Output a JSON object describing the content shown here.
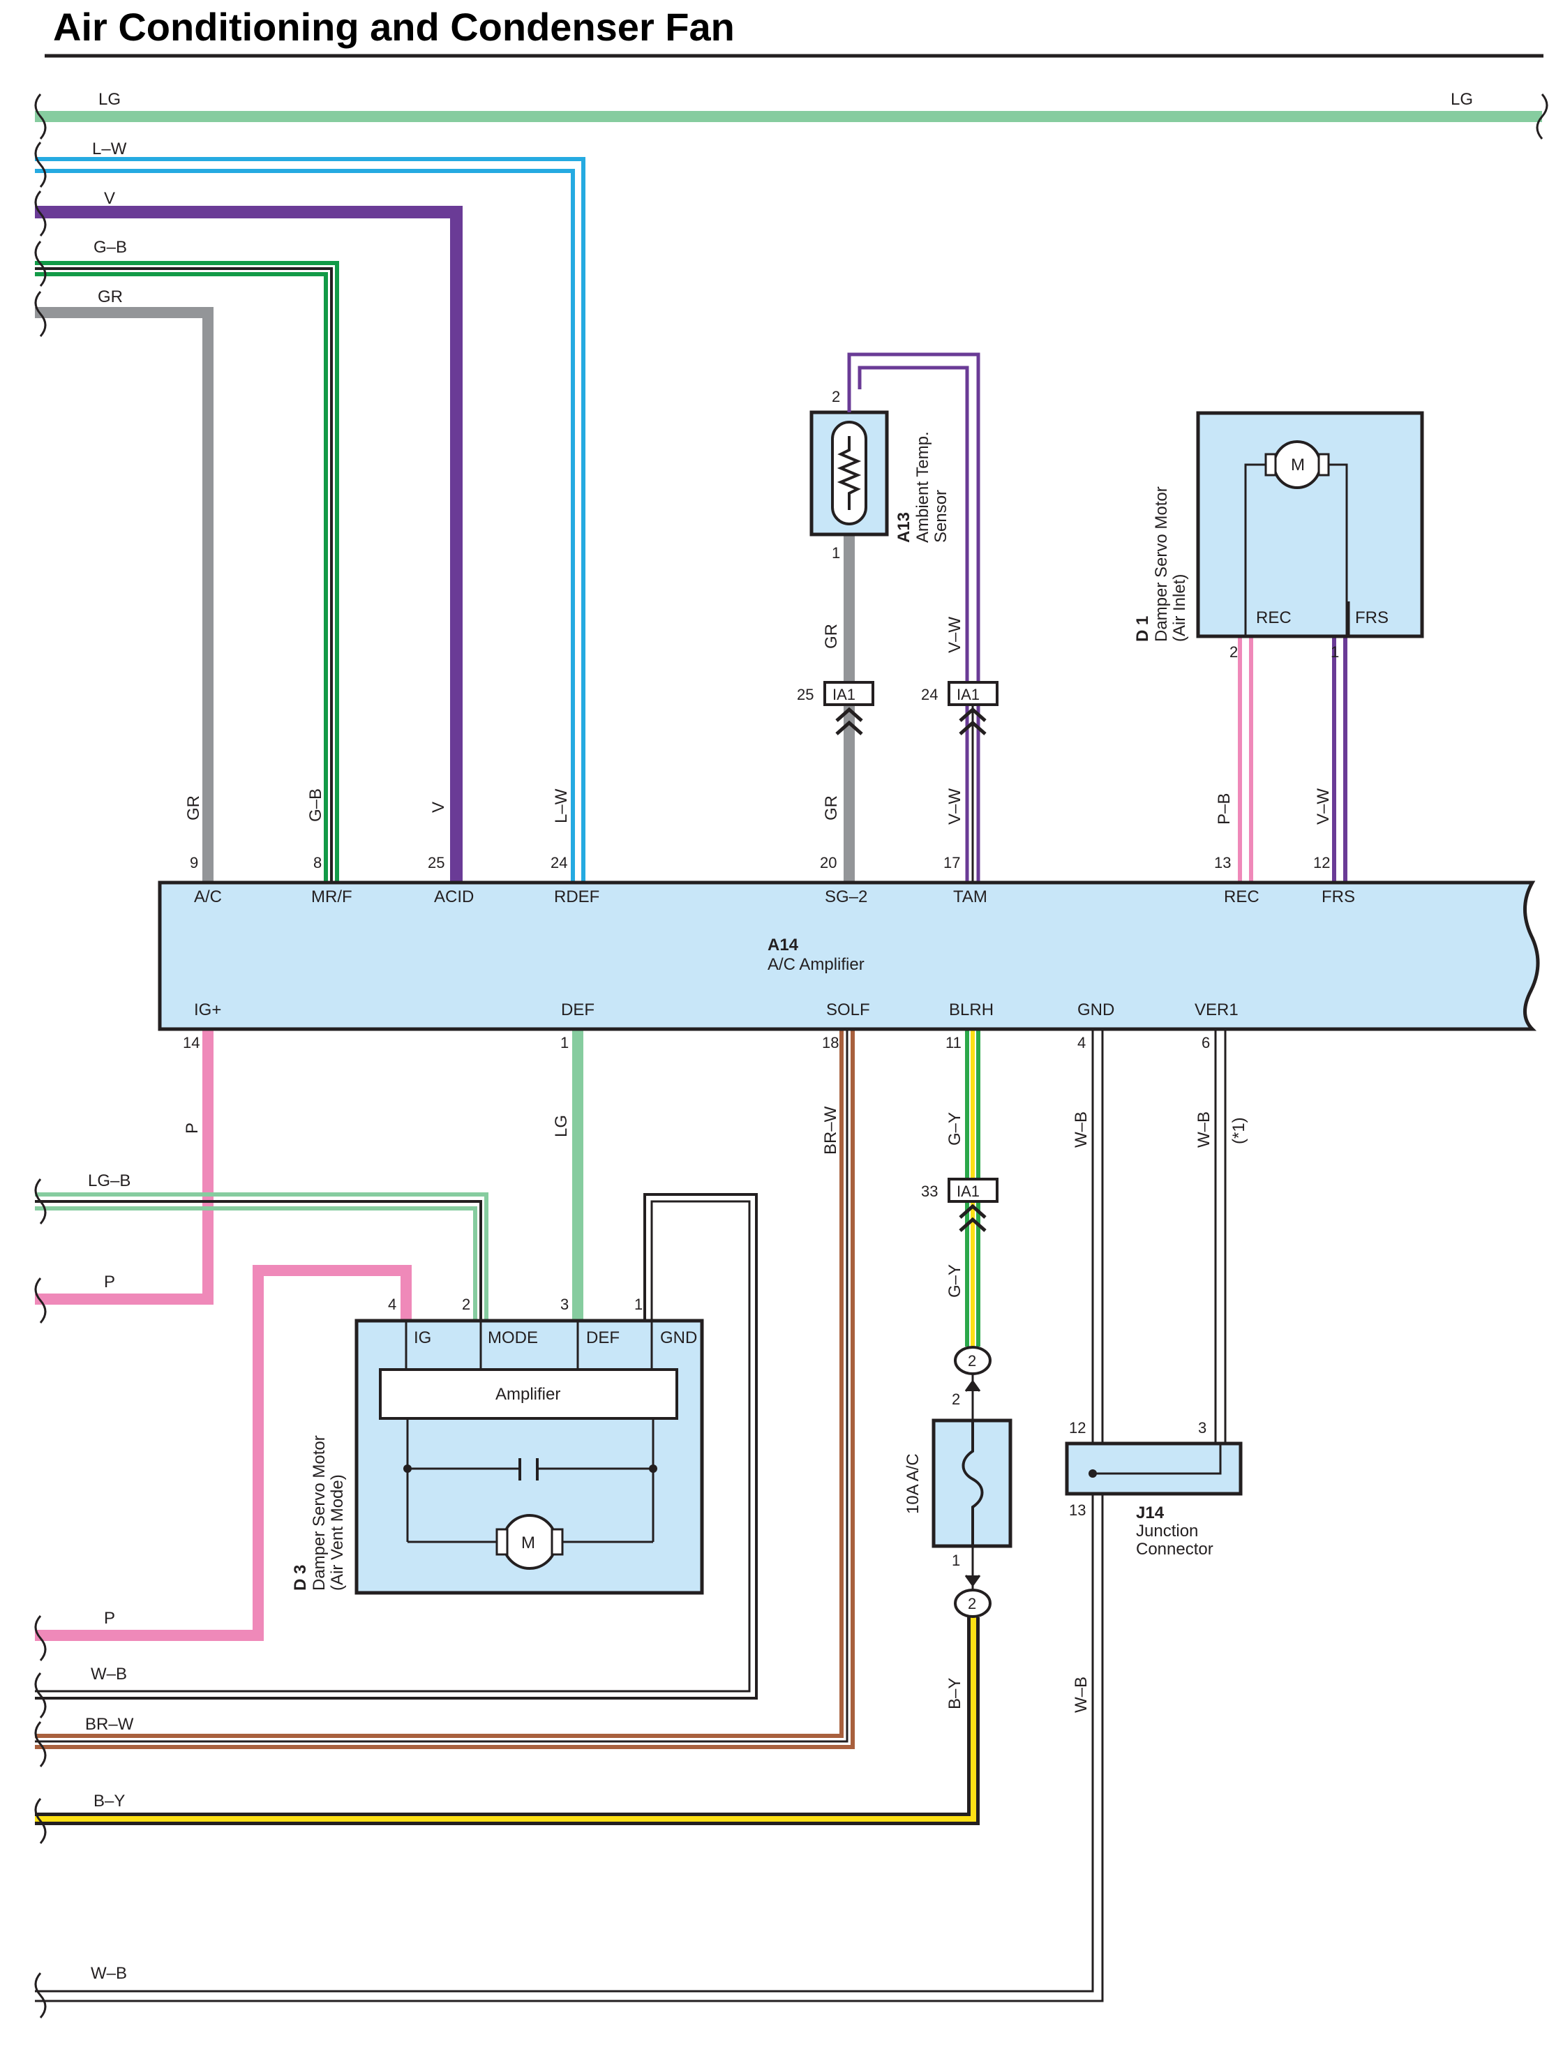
{
  "title": "Air Conditioning and Condenser Fan",
  "colors": {
    "LG": "#86cc9f",
    "L_W": "#25aae1",
    "V": "#6a3b96",
    "G_B": "#129a47",
    "GR": "#939598",
    "P": "#ef89b9",
    "P_B": "#ef89b9",
    "BR": "#a8603d",
    "G_Y": "#2ba84a",
    "Y": "#fde015",
    "outline": "#231f20",
    "component_fill": "#c8e6f8"
  },
  "wire_labels": {
    "lg_top_left": "LG",
    "lg_top_right": "LG",
    "lw_top": "L–W",
    "v_top": "V",
    "gb_top": "G–B",
    "gr_top": "GR",
    "gr_vert": "GR",
    "gb_vert": "G–B",
    "v_vert": "V",
    "lw_vert": "L–W",
    "gr_a13_upper": "GR",
    "gr_a13_lower": "GR",
    "vw_a13_upper": "V–W",
    "vw_a13_lower": "V–W",
    "pb_d1": "P–B",
    "vw_d1": "V–W",
    "p_ig": "P",
    "lg_def": "LG",
    "brw_solf": "BR–W",
    "gy_blrh_upper": "G–Y",
    "gy_blrh_lower": "G–Y",
    "wb_gnd": "W–B",
    "wb_ver1": "W–B",
    "note_ver1": "(*1)",
    "lgb_left": "LG–B",
    "p_left_upper": "P",
    "p_left_lower": "P",
    "wb_left": "W–B",
    "brw_left": "BR–W",
    "by_left": "B–Y",
    "by_vert": "B–Y",
    "wb_bottom_vert": "W–B",
    "wb_bottom": "W–B"
  },
  "a14": {
    "code": "A14",
    "name": "A/C Amplifier",
    "top_pins": [
      {
        "num": "9",
        "name": "A/C"
      },
      {
        "num": "8",
        "name": "MR/F"
      },
      {
        "num": "25",
        "name": "ACID"
      },
      {
        "num": "24",
        "name": "RDEF"
      },
      {
        "num": "20",
        "name": "SG–2"
      },
      {
        "num": "17",
        "name": "TAM"
      },
      {
        "num": "13",
        "name": "REC"
      },
      {
        "num": "12",
        "name": "FRS"
      }
    ],
    "bottom_pins": [
      {
        "num": "14",
        "name": "IG+"
      },
      {
        "num": "1",
        "name": "DEF"
      },
      {
        "num": "18",
        "name": "SOLF"
      },
      {
        "num": "11",
        "name": "BLRH"
      },
      {
        "num": "4",
        "name": "GND"
      },
      {
        "num": "6",
        "name": "VER1"
      }
    ]
  },
  "a13": {
    "code": "A13",
    "name_line1": "Ambient Temp.",
    "name_line2": "Sensor",
    "pin_top": "2",
    "pin_bottom": "1"
  },
  "d1": {
    "code": "D 1",
    "name_line1": "Damper Servo Motor",
    "name_line2": "(Air Inlet)",
    "motor": "M",
    "terminals": [
      {
        "num": "2",
        "name": "REC"
      },
      {
        "num": "1",
        "name": "FRS"
      }
    ]
  },
  "d3": {
    "code": "D 3",
    "name_line1": "Damper Servo Motor",
    "name_line2": "(Air Vent Mode)",
    "amplifier": "Amplifier",
    "motor": "M",
    "terminals": [
      {
        "num": "4",
        "name": "IG"
      },
      {
        "num": "2",
        "name": "MODE"
      },
      {
        "num": "3",
        "name": "DEF"
      },
      {
        "num": "1",
        "name": "GND"
      }
    ]
  },
  "connectors": {
    "ia1_a": {
      "pin": "25",
      "code": "IA1"
    },
    "ia1_b": {
      "pin": "24",
      "code": "IA1"
    },
    "ia1_c": {
      "pin": "33",
      "code": "IA1"
    }
  },
  "fuse": {
    "label": "10A A/C",
    "pin_top": "2",
    "pin_bottom": "1",
    "conn_top": "2",
    "conn_bottom": "2"
  },
  "j14": {
    "code": "J14",
    "name_line1": "Junction",
    "name_line2": "Connector",
    "pins": [
      "12",
      "3",
      "13"
    ]
  }
}
